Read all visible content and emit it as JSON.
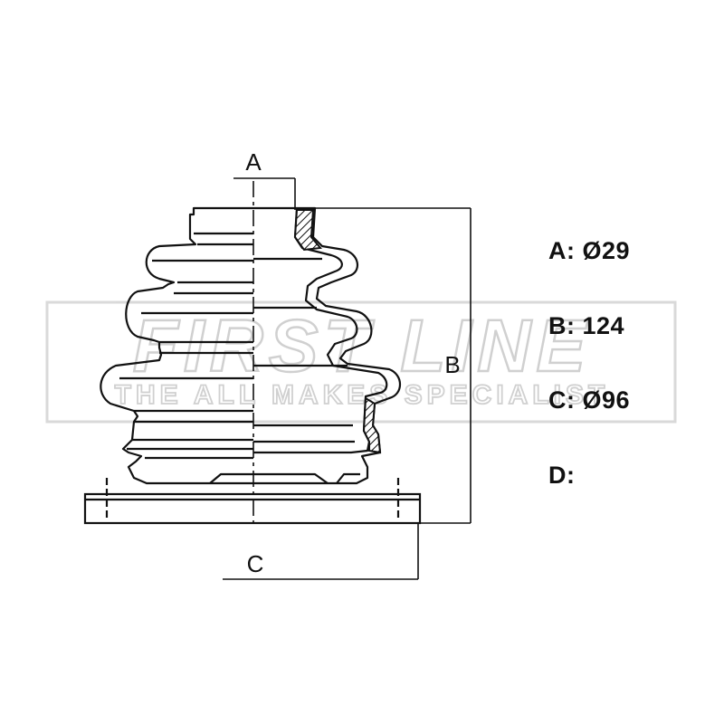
{
  "dimension_labels": {
    "a": "A",
    "b": "B",
    "c": "C"
  },
  "specs": {
    "a": "A: Ø29",
    "b": "B: 124",
    "c": "C: Ø96",
    "d": "D:"
  },
  "watermark": {
    "brand": "FIRST LINE",
    "tagline": "THE ALL MAKES SPECIALIST"
  }
}
